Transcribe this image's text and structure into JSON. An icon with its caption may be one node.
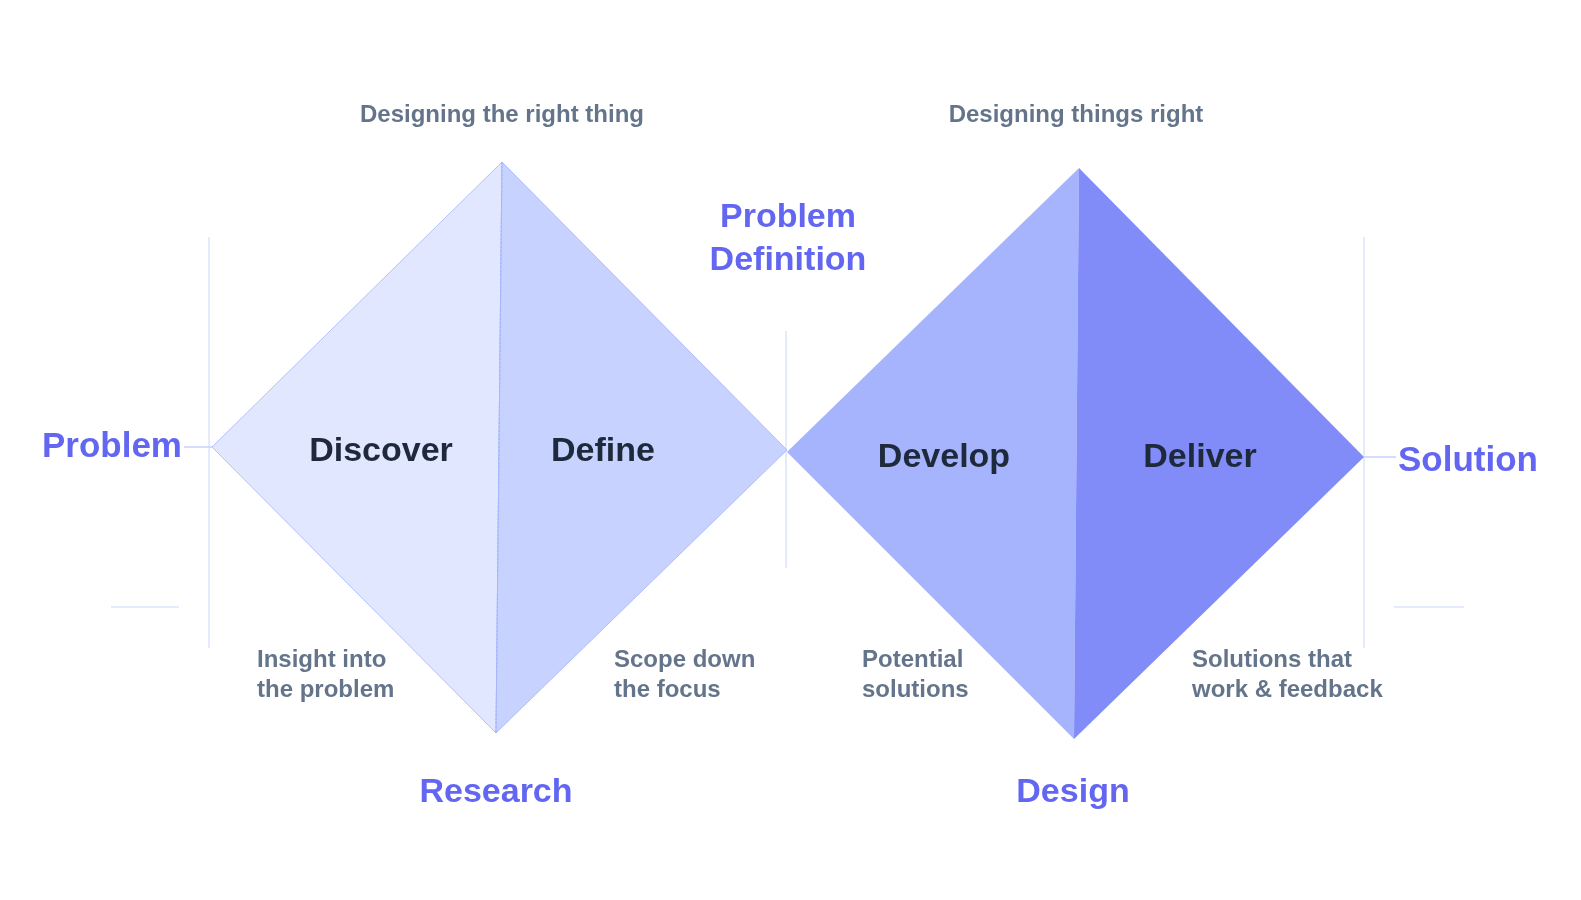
{
  "diagram": {
    "nodes": [
      {
        "text": [
          "Problem"
        ]
      },
      {
        "text": [
          "Discover"
        ]
      },
      {
        "text": [
          "Define"
        ]
      },
      {
        "text": [
          "Develop"
        ]
      },
      {
        "text": [
          "Deliver"
        ]
      },
      {
        "text": [
          "Solution"
        ]
      }
    ],
    "edges": [
      {
        "from": 0,
        "to": 1,
        "arrow": "none"
      },
      {
        "from": 4,
        "to": 5,
        "arrow": "none"
      }
    ],
    "labels": [
      "Designing the right thing",
      "Designing things right",
      "Problem Definition",
      "Insight into the problem",
      "Scope down the focus",
      "Potential solutions",
      "Solutions that work & feedback",
      "Research",
      "Design"
    ]
  }
}
